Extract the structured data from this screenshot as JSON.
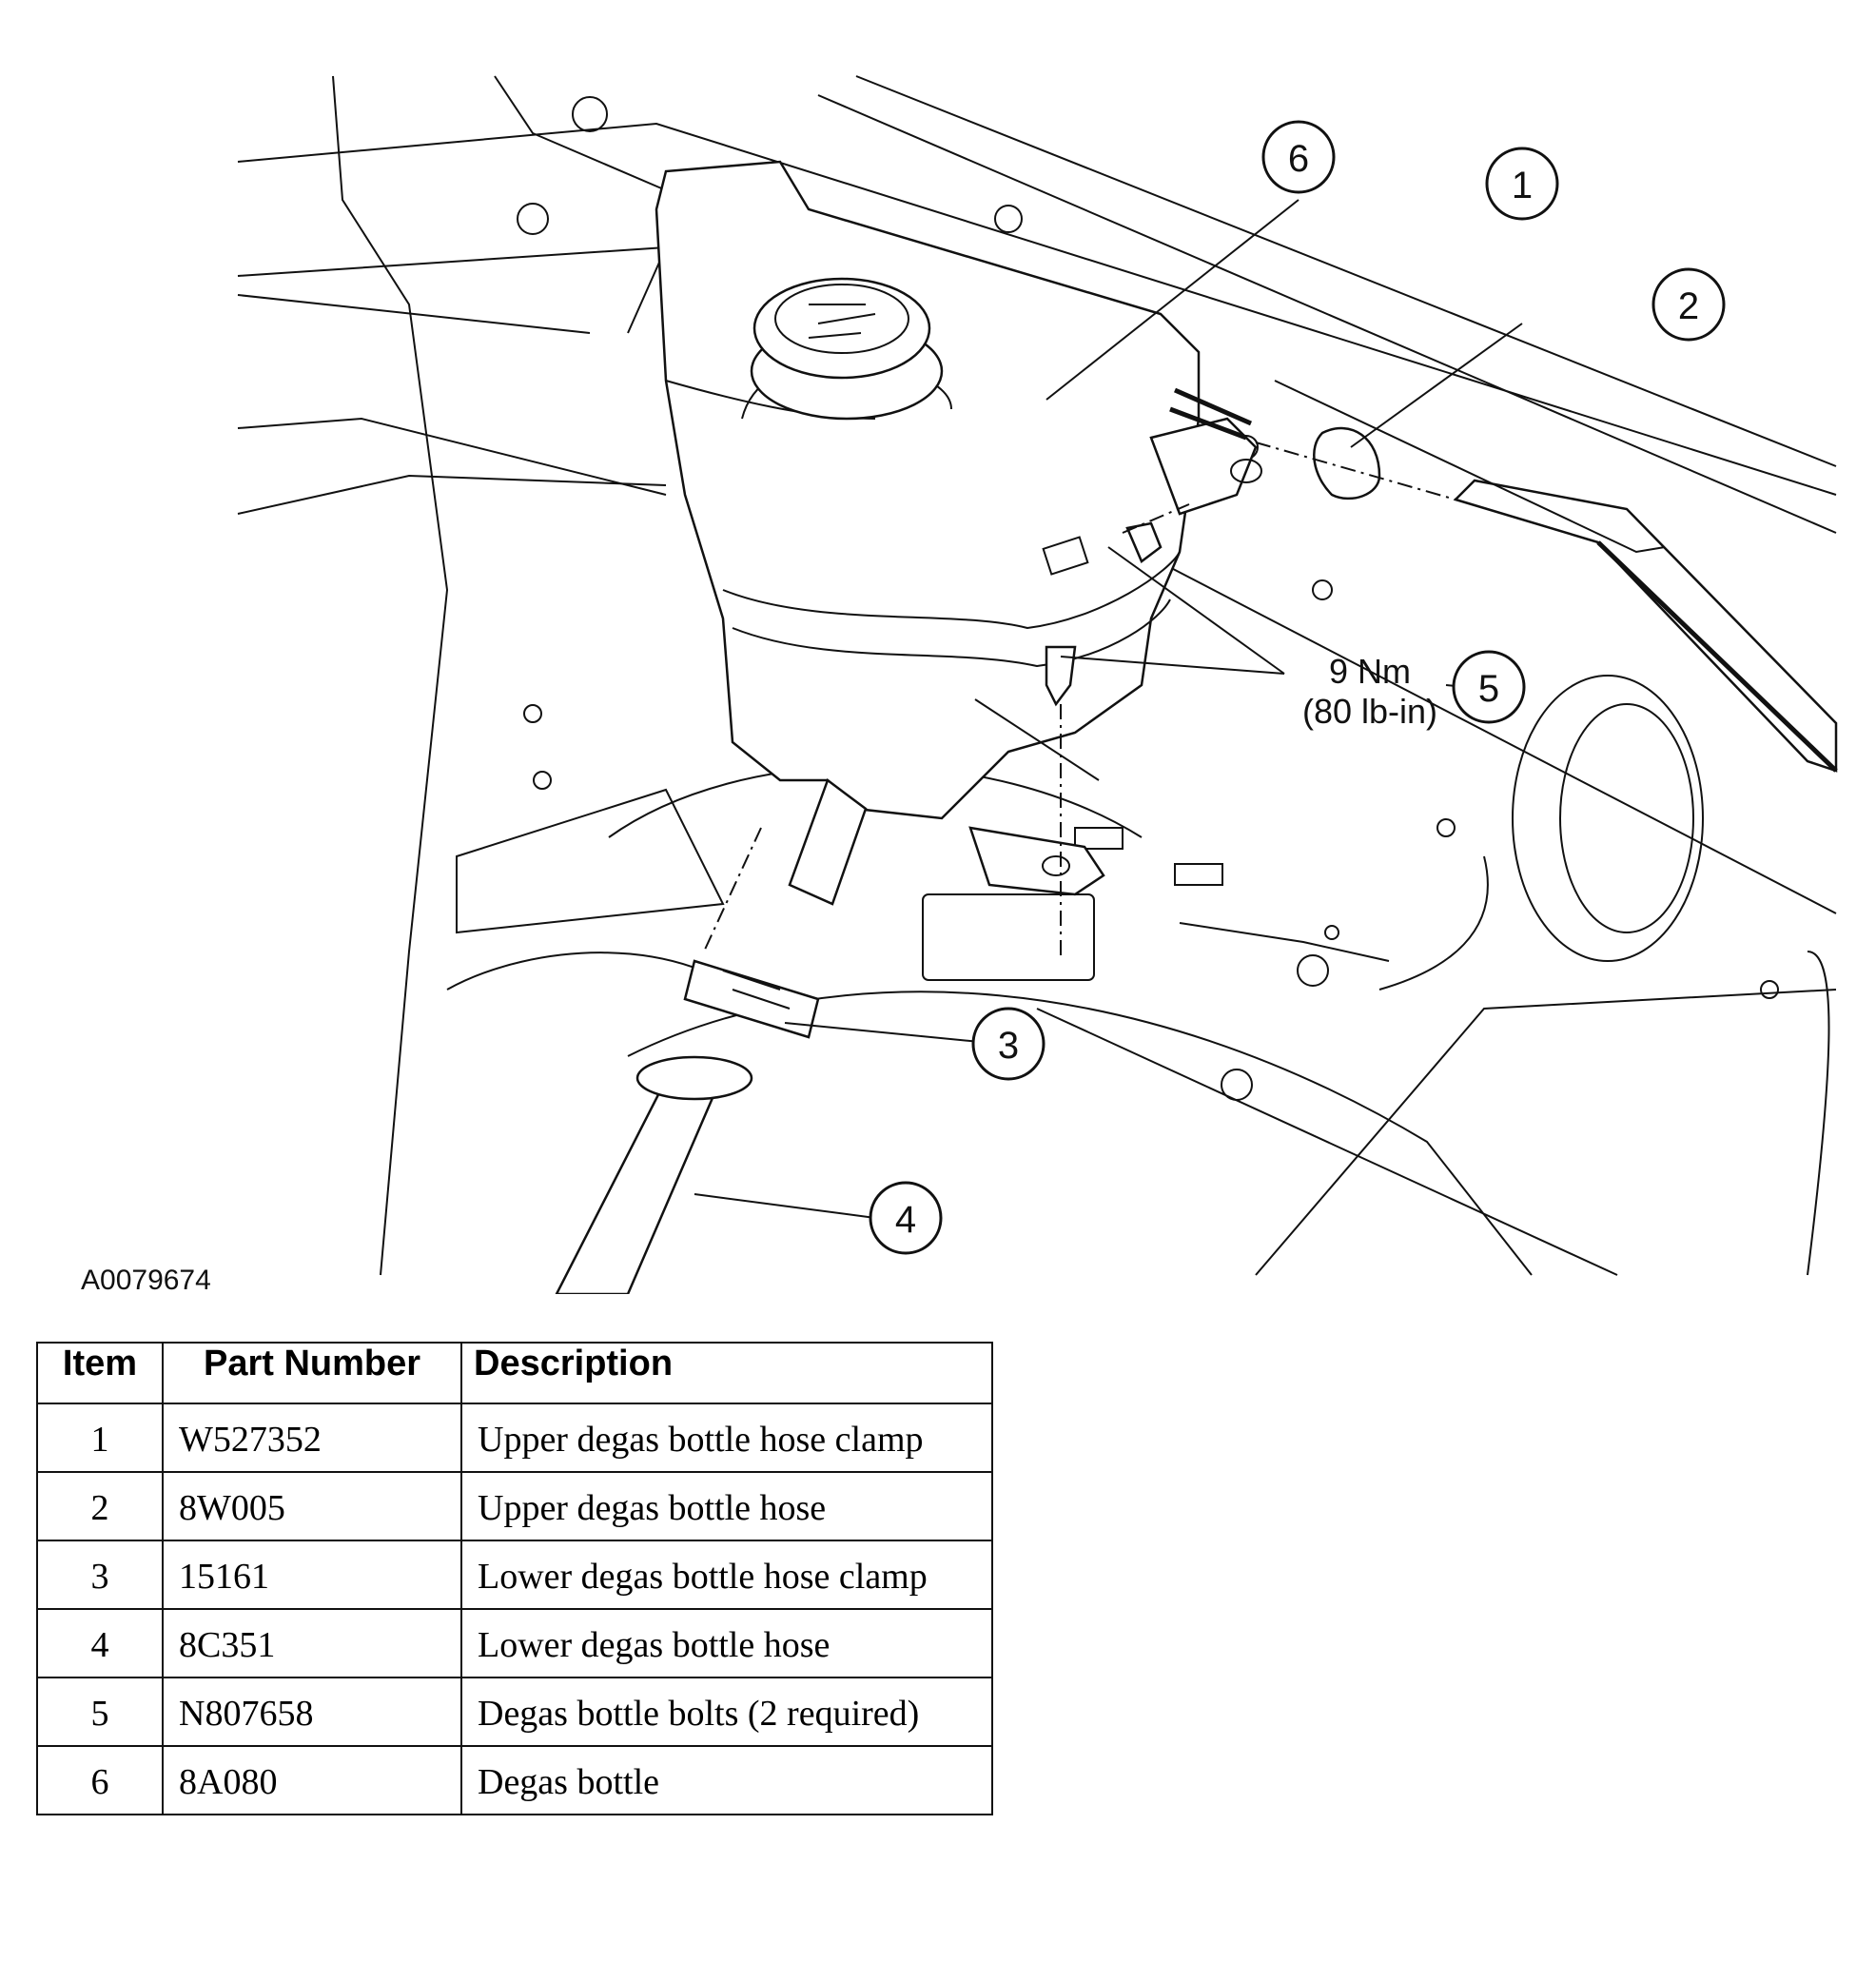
{
  "figure": {
    "id_label": "A0079674",
    "callouts": [
      "1",
      "2",
      "3",
      "4",
      "5",
      "6"
    ],
    "torque_line1": "9 Nm",
    "torque_line2": "(80 lb-in)"
  },
  "table": {
    "headers": [
      "Item",
      "Part Number",
      "Description"
    ],
    "rows": [
      {
        "item": "1",
        "part": "W527352",
        "desc": "Upper degas bottle hose clamp"
      },
      {
        "item": "2",
        "part": "8W005",
        "desc": "Upper degas bottle hose"
      },
      {
        "item": "3",
        "part": "15161",
        "desc": "Lower degas bottle hose clamp"
      },
      {
        "item": "4",
        "part": "8C351",
        "desc": "Lower degas bottle hose"
      },
      {
        "item": "5",
        "part": "N807658",
        "desc": "Degas bottle bolts (2 required)"
      },
      {
        "item": "6",
        "part": "8A080",
        "desc": "Degas bottle"
      }
    ]
  }
}
